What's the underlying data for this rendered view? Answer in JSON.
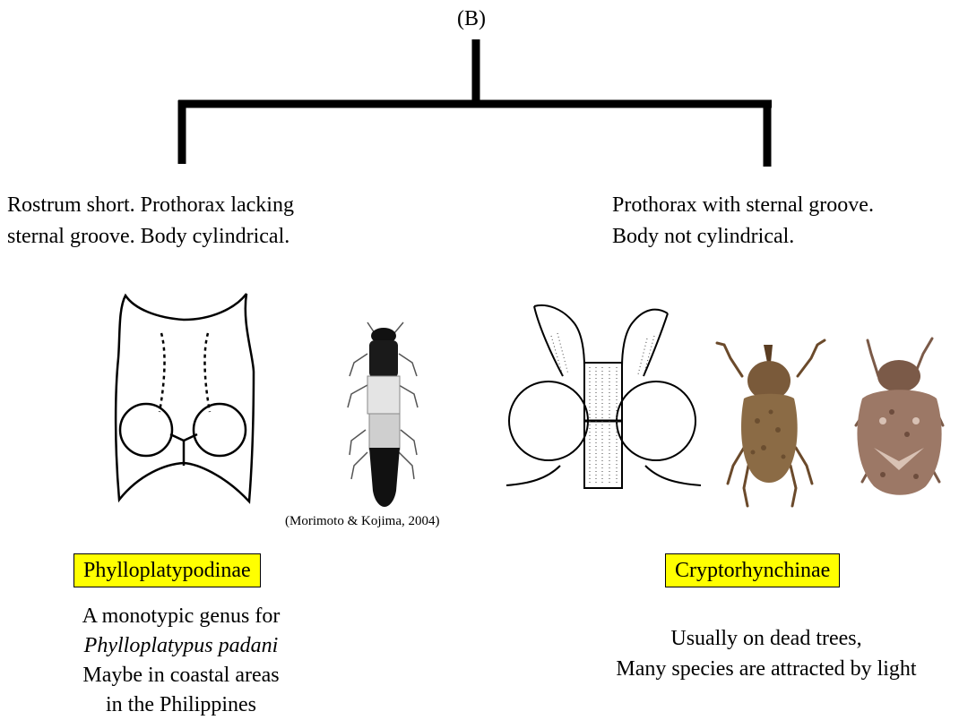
{
  "header": {
    "label": "(B)"
  },
  "left": {
    "description": [
      "Rostrum short. Prothorax lacking",
      "sternal groove. Body cylindrical."
    ],
    "taxon": "Phylloplatypodinae",
    "notes": {
      "line1": "A monotypic genus for",
      "line2_species": "Phylloplatypus padani",
      "line3": "Maybe in coastal areas",
      "line4": "in the Philippines"
    },
    "citation": "(Morimoto & Kojima, 2004)"
  },
  "right": {
    "description": [
      "Prothorax with sternal groove.",
      "Body not cylindrical."
    ],
    "taxon": "Cryptorhynchinae",
    "notes": [
      "Usually on dead trees,",
      "Many species are attracted by light"
    ]
  },
  "colors": {
    "highlight": "#ffff00",
    "line": "#000000",
    "beetle_brown": "#8b6b45"
  }
}
